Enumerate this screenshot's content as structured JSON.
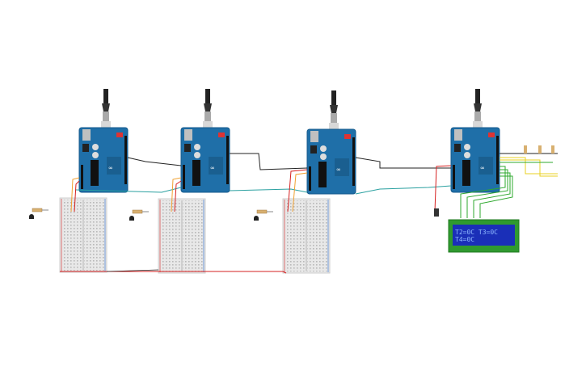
{
  "app": {
    "title": "Circuit simulation canvas"
  },
  "lcd": {
    "line1": "T2=0C    T3=0C",
    "line2": "T4=0C"
  },
  "colors": {
    "board": "#1f6fa8",
    "board_dark": "#155a8c",
    "breadboard": "#e6e6e6",
    "wire_red": "#d62020",
    "wire_black": "#222222",
    "wire_orange": "#f0a030",
    "wire_green": "#2ea82e",
    "wire_teal": "#2aa0a0",
    "wire_yellow": "#e8d020",
    "lcd_bg": "#1a2fb8",
    "lcd_frame": "#2f9a2f"
  },
  "components": {
    "boards": [
      "arduino-uno-1",
      "arduino-uno-2",
      "arduino-uno-3",
      "arduino-uno-4"
    ],
    "breadboards": [
      "breadboard-1",
      "breadboard-2",
      "breadboard-3"
    ],
    "display": "lcd-16x2"
  }
}
